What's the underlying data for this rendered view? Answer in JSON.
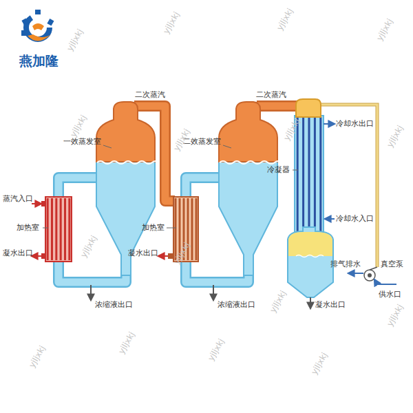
{
  "diagram": {
    "labels": [
      "燕加隆",
      "二次蒸汽",
      "二次蒸汽",
      "一效蒸发室",
      "二效蒸发室",
      "冷却水出口",
      "冷凝器",
      "蒸汽入口",
      "加热室",
      "加热室",
      "冷却水入口",
      "凝水出口",
      "凝水出口",
      "排气排水",
      "真空泵",
      "供水口",
      "凝水出口",
      "浓缩液出口",
      "浓缩液出口",
      "yjljxkj",
      "yjljxkj",
      "yjljxkj",
      "yjljxkj",
      "yjljxkj",
      "yjljxkj",
      "yjljxkj",
      "yjljxkj",
      "yjljxkj",
      "yjljxkj",
      "yjljxkj",
      "yjljxkj",
      "yjljxkj",
      "yjljxkj",
      "yjljxkj",
      "yjljxkj"
    ]
  }
}
